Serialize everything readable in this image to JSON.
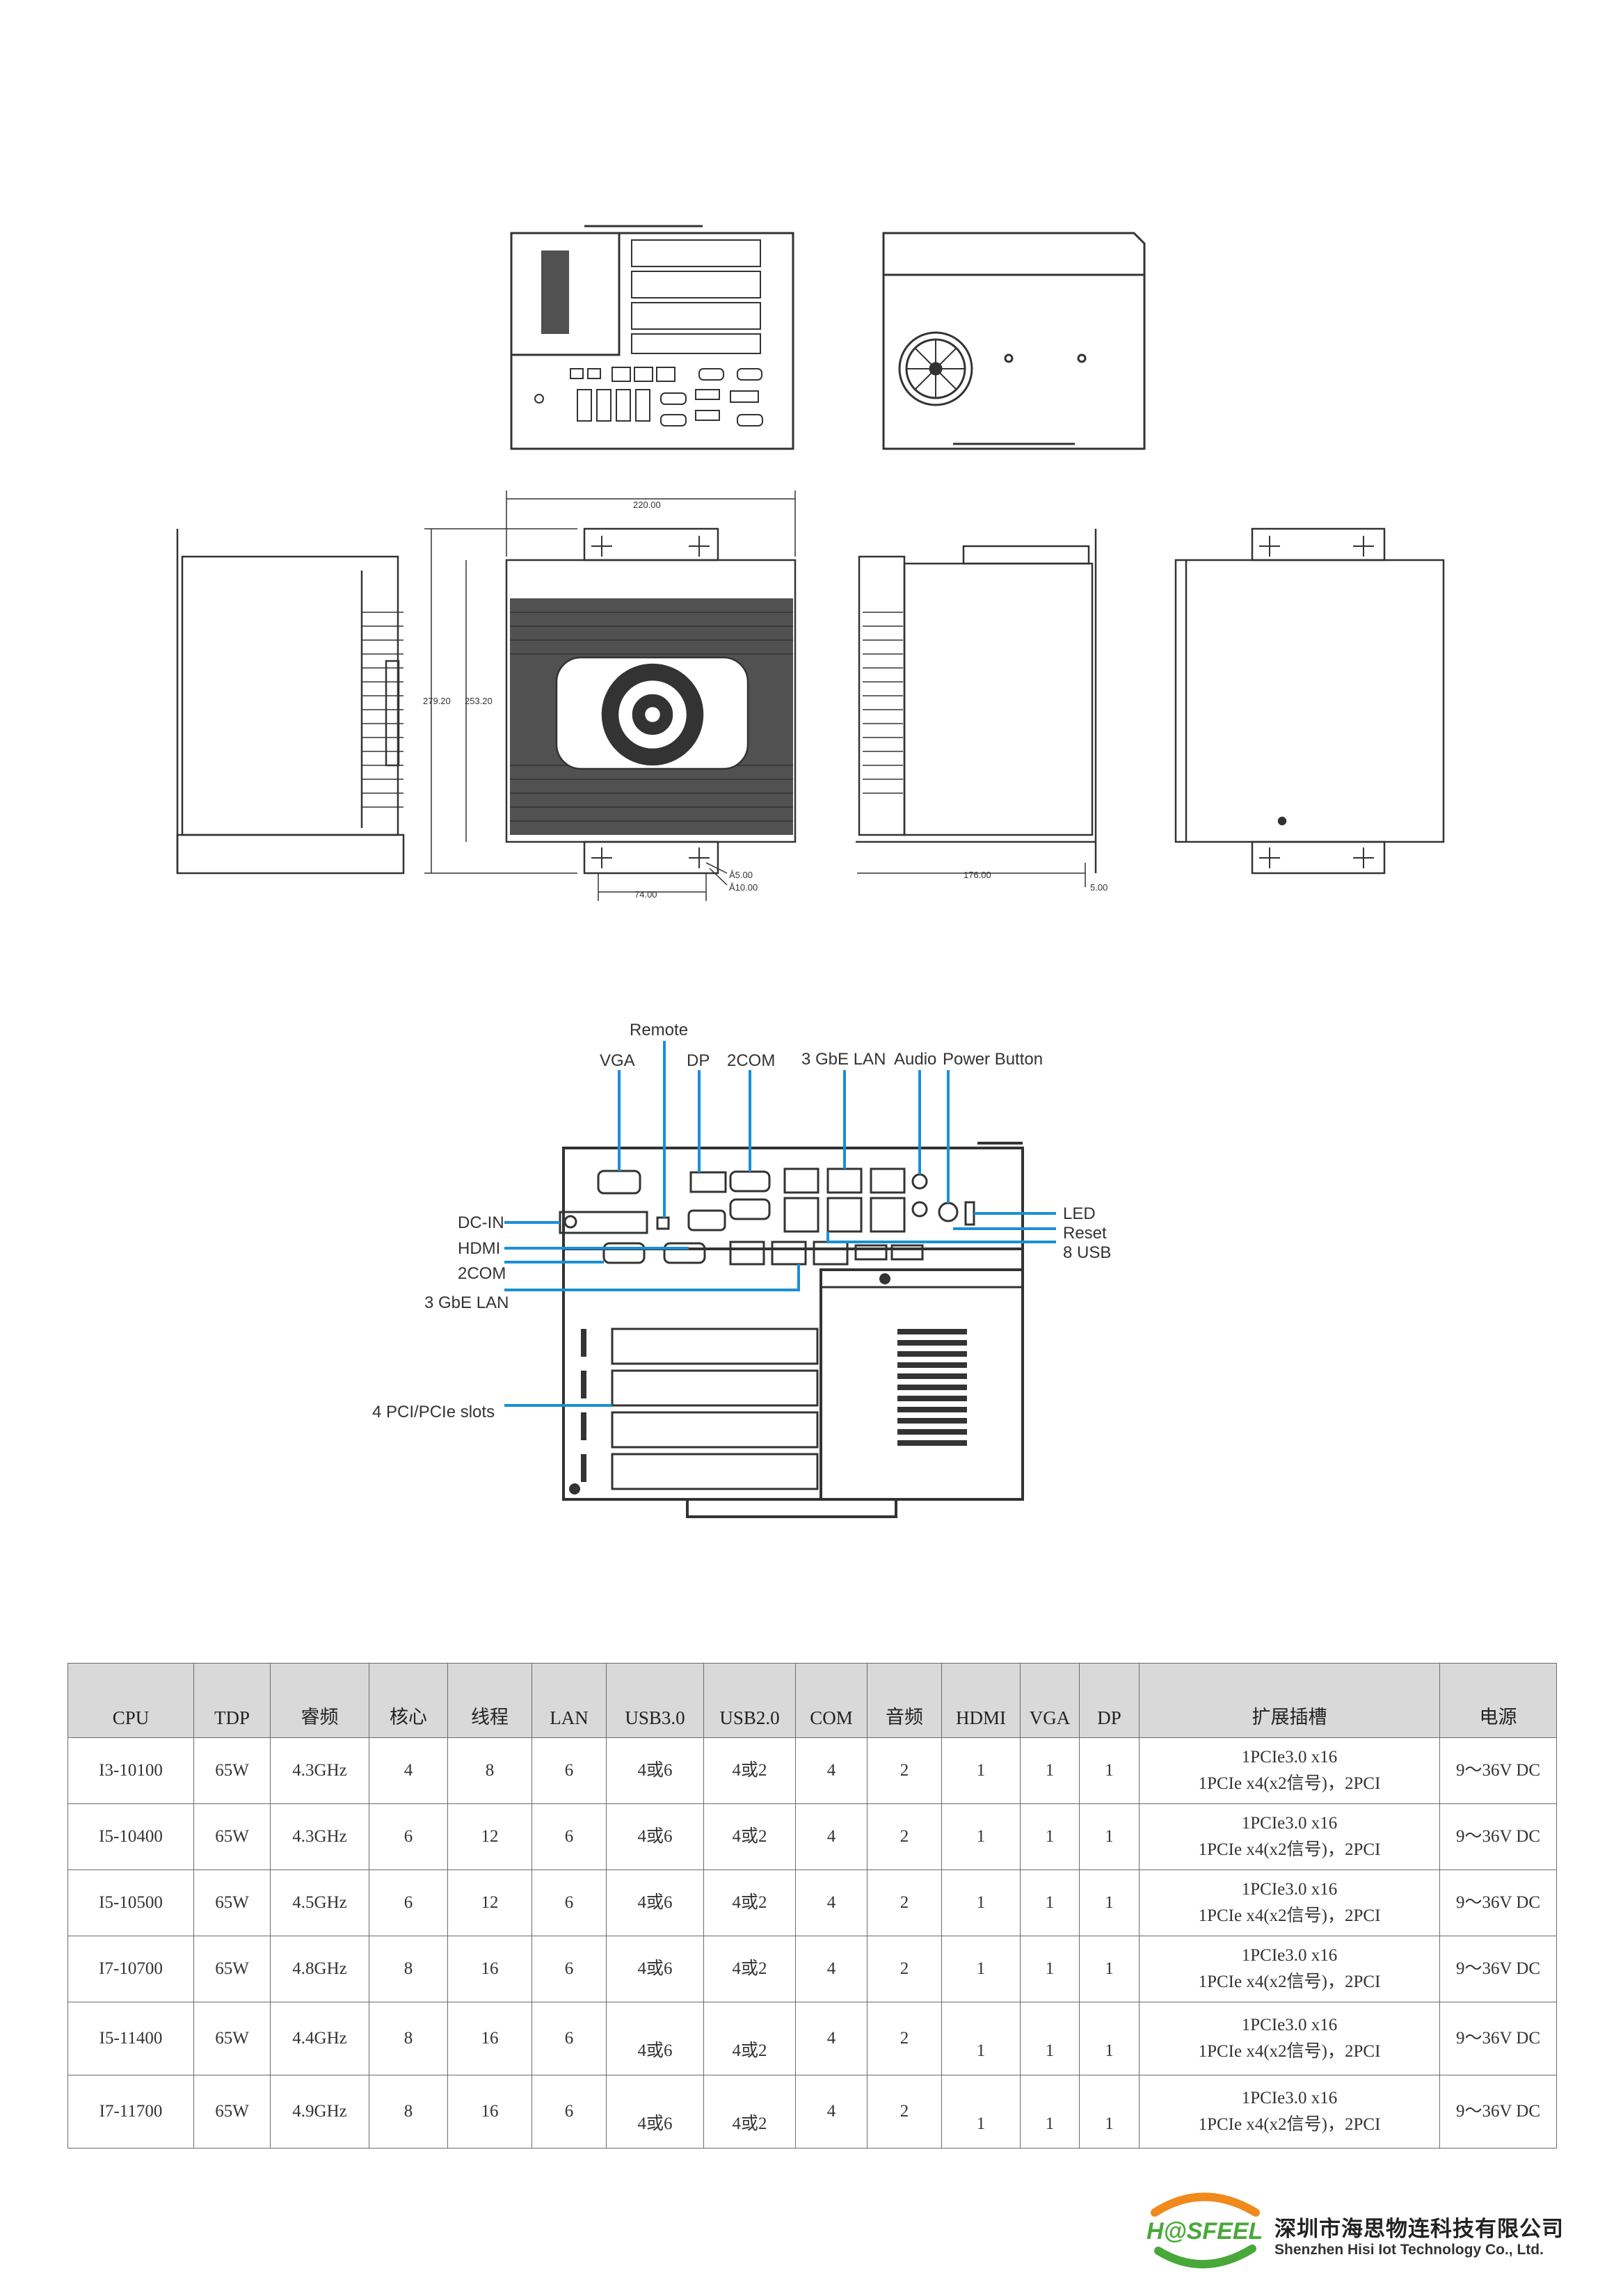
{
  "drawings": {
    "dims": {
      "width_top": "220.00",
      "height_outer": "279.20",
      "height_inner": "253.20",
      "bracket_spacing": "74.00",
      "hole_a": "Å5.00",
      "hole_b": "Å10.00",
      "depth": "176.00",
      "offset": "5.00"
    }
  },
  "io_diagram": {
    "labels": {
      "remote": "Remote",
      "vga": "VGA",
      "dp": "DP",
      "com_top": "2COM",
      "lan_top": "3 GbE LAN",
      "audio": "Audio",
      "power_button": "Power Button",
      "led": "LED",
      "reset": "Reset",
      "usb": "8 USB",
      "dc_in": "DC-IN",
      "hdmi": "HDMI",
      "com_left": "2COM",
      "lan_left": "3 GbE LAN",
      "slots": "4 PCI/PCIe slots"
    }
  },
  "spec_table": {
    "headers": [
      "CPU",
      "TDP",
      "睿频",
      "核心",
      "线程",
      "LAN",
      "USB3.0",
      "USB2.0",
      "COM",
      "音频",
      "HDMI",
      "VGA",
      "DP",
      "扩展插槽",
      "电源"
    ],
    "rows": [
      {
        "cpu": "I3-10100",
        "tdp": "65W",
        "turbo": "4.3GHz",
        "cores": "4",
        "threads": "8",
        "lan": "6",
        "usb3": "4或6",
        "usb2": "4或2",
        "com": "4",
        "audio": "2",
        "hdmi": "1",
        "vga": "1",
        "dp": "1",
        "slot1": "1PCIe3.0 x16",
        "slot2": "1PCIe x4(x2信号)，2PCI",
        "power": "9～36V DC"
      },
      {
        "cpu": "I5-10400",
        "tdp": "65W",
        "turbo": "4.3GHz",
        "cores": "6",
        "threads": "12",
        "lan": "6",
        "usb3": "4或6",
        "usb2": "4或2",
        "com": "4",
        "audio": "2",
        "hdmi": "1",
        "vga": "1",
        "dp": "1",
        "slot1": "1PCIe3.0 x16",
        "slot2": "1PCIe x4(x2信号)，2PCI",
        "power": "9～36V DC"
      },
      {
        "cpu": "I5-10500",
        "tdp": "65W",
        "turbo": "4.5GHz",
        "cores": "6",
        "threads": "12",
        "lan": "6",
        "usb3": "4或6",
        "usb2": "4或2",
        "com": "4",
        "audio": "2",
        "hdmi": "1",
        "vga": "1",
        "dp": "1",
        "slot1": "1PCIe3.0 x16",
        "slot2": "1PCIe x4(x2信号)，2PCI",
        "power": "9～36V DC"
      },
      {
        "cpu": "I7-10700",
        "tdp": "65W",
        "turbo": "4.8GHz",
        "cores": "8",
        "threads": "16",
        "lan": "6",
        "usb3": "4或6",
        "usb2": "4或2",
        "com": "4",
        "audio": "2",
        "hdmi": "1",
        "vga": "1",
        "dp": "1",
        "slot1": "1PCIe3.0 x16",
        "slot2": "1PCIe x4(x2信号)，2PCI",
        "power": "9～36V DC"
      },
      {
        "cpu": "I5-11400",
        "tdp": "65W",
        "turbo": "4.4GHz",
        "cores": "8",
        "threads": "16",
        "lan": "6",
        "usb3": "4或6",
        "usb2": "4或2",
        "com": "4",
        "audio": "2",
        "hdmi": "1",
        "vga": "1",
        "dp": "1",
        "slot1": "1PCIe3.0 x16",
        "slot2": "1PCIe x4(x2信号)，2PCI",
        "power": "9～36V DC"
      },
      {
        "cpu": "I7-11700",
        "tdp": "65W",
        "turbo": "4.9GHz",
        "cores": "8",
        "threads": "16",
        "lan": "6",
        "usb3": "4或6",
        "usb2": "4或2",
        "com": "4",
        "audio": "2",
        "hdmi": "1",
        "vga": "1",
        "dp": "1",
        "slot1": "1PCIe3.0 x16",
        "slot2": "1PCIe x4(x2信号)，2PCI",
        "power": "9～36V DC"
      }
    ]
  },
  "footer": {
    "logo_text": "H@SFEEL",
    "company_cn": "深圳市海思物连科技有限公司",
    "company_en": "Shenzhen Hisi Iot Technology Co., Ltd."
  },
  "colors": {
    "callout_blue": "#1a8fd6",
    "line": "#333333",
    "header_bg": "#d9d9d9",
    "logo_orange": "#f08a1c",
    "logo_green": "#49a83a"
  }
}
